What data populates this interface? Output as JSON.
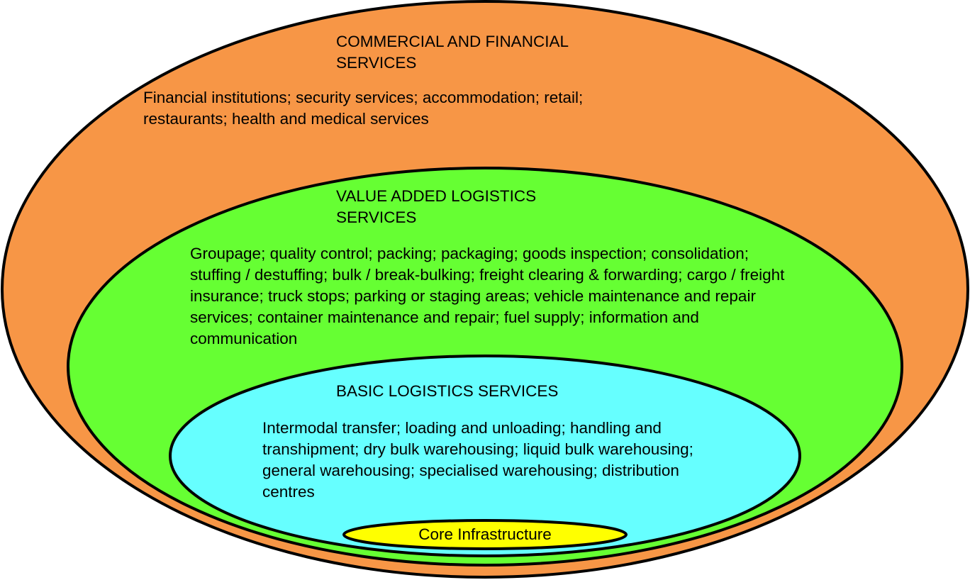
{
  "rings": {
    "outer": {
      "title": "COMMERCIAL AND FINANCIAL SERVICES",
      "description": "Financial institutions; security services; accommodation; retail; restaurants; health and medical services",
      "color": "#F79646"
    },
    "middle": {
      "title": "VALUE ADDED LOGISTICS SERVICES",
      "description": "Groupage; quality control; packing; packaging; goods inspection; consolidation; stuffing / destuffing; bulk / break-bulking; freight clearing & forwarding; cargo / freight insurance; truck stops; parking or staging areas; vehicle maintenance and repair services; container maintenance and repair; fuel supply; information and communication",
      "color": "#66FF33"
    },
    "inner": {
      "title": "BASIC LOGISTICS SERVICES",
      "description": "Intermodal transfer; loading and unloading; handling and transhipment; dry bulk warehousing; liquid bulk warehousing; general warehousing; specialised warehousing; distribution centres",
      "color": "#66FFFF"
    },
    "core": {
      "title": "Core Infrastructure",
      "color": "#FFFF00"
    }
  },
  "outline_color": "#000000"
}
